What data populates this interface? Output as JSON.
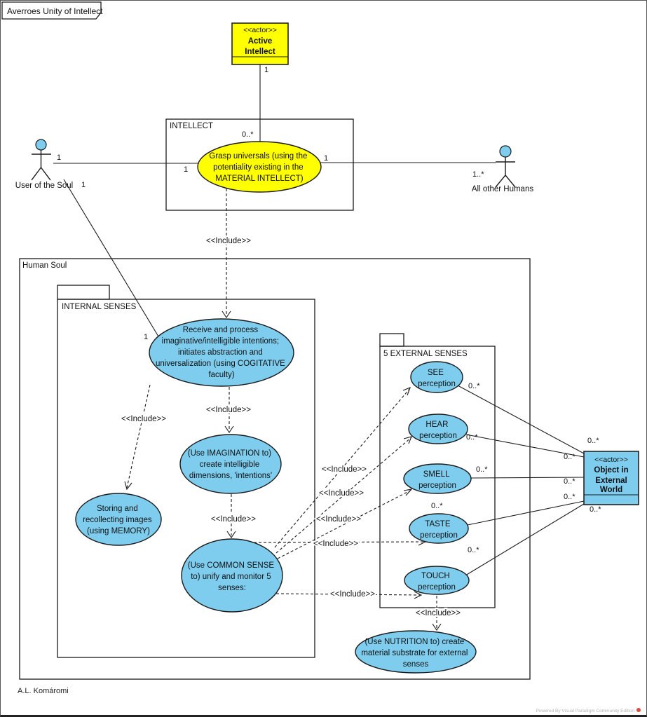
{
  "diagram_title": "Averroes Unity of Intellect",
  "author_credit": "A.L. Komáromi",
  "watermark": "Powered By Visual Paradigm Community Edition",
  "colors": {
    "accent_yellow": "#FFFF00",
    "accent_blue": "#7FCDEE"
  },
  "labels": {
    "include": "<<Include>>",
    "mult_one": "1",
    "mult_zero_many": "0..*",
    "mult_one_many": "1..*"
  },
  "actors": {
    "active_intellect": {
      "stereotype": "<<actor>>",
      "lines": [
        "Active",
        "Intellect"
      ]
    },
    "object_external": {
      "stereotype": "<<actor>>",
      "lines": [
        "Object in",
        "External",
        "World"
      ]
    },
    "user_of_soul": {
      "label": "User of the Soul"
    },
    "all_other_humans": {
      "label": "All other Humans"
    }
  },
  "packages": {
    "intellect": {
      "label": "INTELLECT"
    },
    "human_soul": {
      "label": "Human Soul"
    },
    "internal_senses": {
      "label": "INTERNAL SENSES"
    },
    "external_senses": {
      "label": "5 EXTERNAL SENSES"
    }
  },
  "usecases": {
    "grasp": {
      "lines": [
        "Grasp universals (using the",
        "potentiality existing in the",
        "MATERIAL INTELLECT)"
      ]
    },
    "receive": {
      "lines": [
        "Receive and process",
        "imaginative/intelligible intentions;",
        "initiates abstraction and",
        "universalization (using COGITATIVE",
        "faculty)"
      ]
    },
    "imagination": {
      "lines": [
        "(Use IMAGINATION to)",
        "create intelligible",
        "dimensions, 'intentions'"
      ]
    },
    "memory": {
      "lines": [
        "Storing and",
        "recollecting images",
        "(using MEMORY)"
      ]
    },
    "common_sense": {
      "lines": [
        "(Use COMMON SENSE",
        "to) unify and monitor 5",
        "senses:"
      ]
    },
    "see": {
      "lines": [
        "SEE",
        "perception"
      ]
    },
    "hear": {
      "lines": [
        "HEAR",
        "perception"
      ]
    },
    "smell": {
      "lines": [
        "SMELL",
        "perception"
      ]
    },
    "taste": {
      "lines": [
        "TASTE",
        "perception"
      ]
    },
    "touch": {
      "lines": [
        "TOUCH",
        "perception"
      ]
    },
    "nutrition": {
      "lines": [
        "(Use NUTRITION to) create",
        "material substrate for external",
        "senses"
      ]
    }
  }
}
